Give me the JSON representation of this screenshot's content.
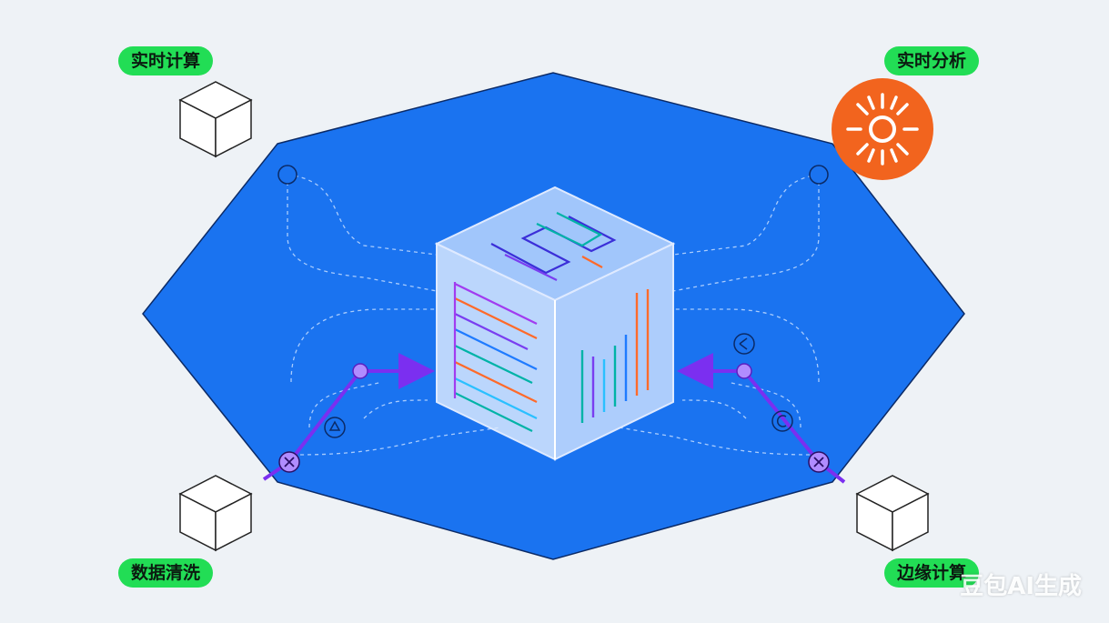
{
  "labels": {
    "top_left": "实时计算",
    "top_right": "实时分析",
    "bottom_left": "数据清洗",
    "bottom_right": "边缘计算"
  },
  "watermark": "豆包AI生成",
  "colors": {
    "background": "#eef2f6",
    "hexagon": "#1a73f0",
    "pill": "#22dd55",
    "flow_line": "#7b2ff0",
    "sun": "#f2641e"
  },
  "icons": {
    "top_right_badge": "sun-icon",
    "corner_boxes": "cube-icon",
    "nodes": "cross-node-icon"
  }
}
